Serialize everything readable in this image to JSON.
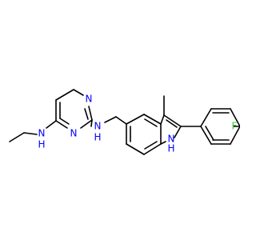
{
  "colors": {
    "bond": "#000000",
    "nitrogen": "#0000ff",
    "fluorine": "#33cc33",
    "background": "#ffffff"
  },
  "atoms": {
    "pyrimidine_n3": "N",
    "pyrimidine_n1": "N",
    "ethylamine_n": "N",
    "ethylamine_h": "H",
    "linker_n": "N",
    "linker_h": "H",
    "indole_n": "N",
    "indole_h": "H",
    "fluorine": "F"
  }
}
